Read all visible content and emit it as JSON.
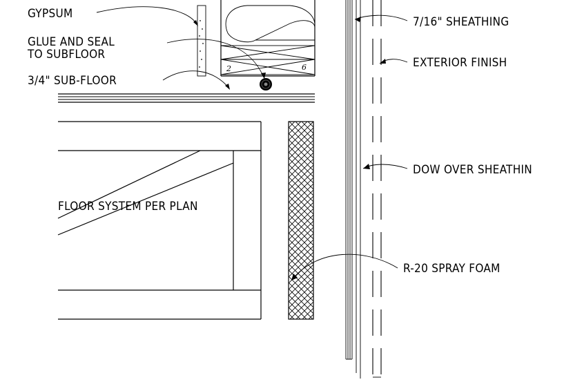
{
  "labels": {
    "gypsum": "GYPSUM",
    "glue_line1": "GLUE AND SEAL",
    "glue_line2": "TO SUBFLOOR",
    "subfloor": "3/4\" SUB-FLOOR",
    "sheathing": "7/16\" SHEATHING",
    "exterior_finish": "EXTERIOR FINISH",
    "dow": "DOW OVER SHEATHIN",
    "spray_foam": "R-20 SPRAY FOAM",
    "floor_system": "FLOOR SYSTEM PER PLAN"
  },
  "marks": {
    "left": "2",
    "right": "6"
  }
}
